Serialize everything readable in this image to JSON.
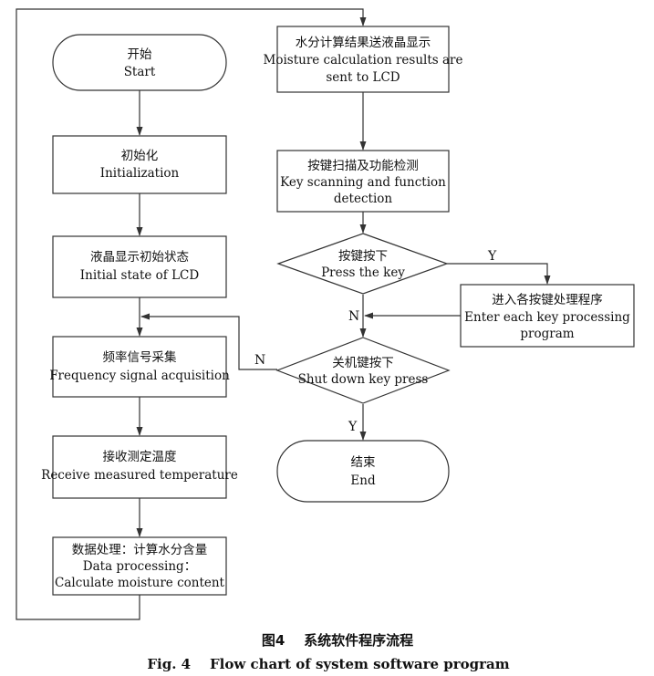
{
  "nodes": {
    "start": {
      "cn": "开始",
      "en": "Start"
    },
    "init": {
      "cn": "初始化",
      "en": "Initialization"
    },
    "lcd_init": {
      "cn": "液晶显示初始状态",
      "en": "Initial state of LCD"
    },
    "freq": {
      "cn": "频率信号采集",
      "en": "Frequency signal acquisition"
    },
    "temp": {
      "cn": "接收测定温度",
      "en": "Receive measured temperature"
    },
    "data": {
      "cn": "数据处理：计算水分含量",
      "en1": "Data processing：",
      "en2": "Calculate moisture content"
    },
    "lcd_result": {
      "cn": "水分计算结果送液晶显示",
      "en1": "Moisture calculation results are",
      "en2": "sent to LCD"
    },
    "key_scan": {
      "cn": "按键扫描及功能检测",
      "en1": "Key scanning and function",
      "en2": "detection"
    },
    "key_press": {
      "cn": "按键按下",
      "en": "Press the key"
    },
    "key_proc": {
      "cn": "进入各按键处理程序",
      "en1": "Enter each key processing",
      "en2": "program"
    },
    "shutdown": {
      "cn": "关机键按下",
      "en": "Shut down key press"
    },
    "end": {
      "cn": "结束",
      "en": "End"
    }
  },
  "labels": {
    "key_press_yes": "Y",
    "key_press_no": "N",
    "shutdown_no": "N",
    "shutdown_yes": "Y"
  },
  "caption": {
    "cn": "图4    系统软件程序流程",
    "en": "Fig. 4    Flow chart of system software program"
  }
}
